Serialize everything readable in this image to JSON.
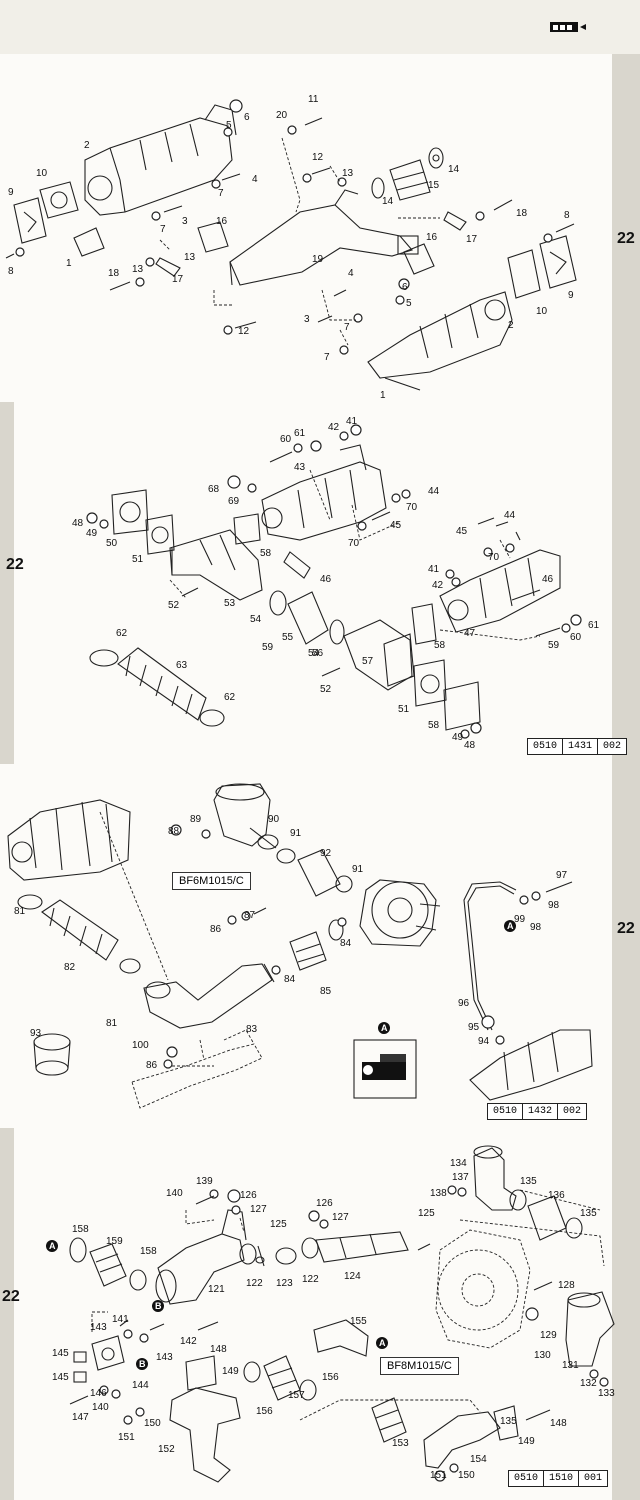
{
  "header": {
    "icon": "engine-icon"
  },
  "sections": [
    {
      "tab": "22",
      "code": [
        "0510",
        "1431",
        "002"
      ]
    },
    {
      "tab": "22",
      "code": [
        "0510",
        "1432",
        "002"
      ],
      "model": "BF6M1015/C"
    },
    {
      "tab": "22",
      "code": [
        "0510",
        "1510",
        "001"
      ],
      "model": "BF8M1015/C"
    }
  ],
  "tabs": [
    "22",
    "22",
    "22",
    "22"
  ],
  "callouts": {
    "a1": "A",
    "a2": "A",
    "a3": "A",
    "a4": "A"
  },
  "labels_s1": [
    "1",
    "2",
    "3",
    "4",
    "5",
    "6",
    "7",
    "7",
    "8",
    "9",
    "10",
    "11",
    "12",
    "12",
    "13",
    "13",
    "13",
    "14",
    "14",
    "15",
    "16",
    "16",
    "17",
    "17",
    "18",
    "18",
    "19",
    "20",
    "1",
    "2",
    "3",
    "4",
    "5",
    "6",
    "7",
    "7",
    "8",
    "9",
    "10"
  ],
  "labels_s2": [
    "41",
    "42",
    "43",
    "44",
    "45",
    "46",
    "47",
    "48",
    "49",
    "50",
    "51",
    "52",
    "53",
    "54",
    "55",
    "56",
    "57",
    "58",
    "59",
    "60",
    "61",
    "62",
    "63",
    "62",
    "68",
    "69",
    "70",
    "70",
    "45",
    "44",
    "41",
    "42",
    "46",
    "58",
    "59",
    "60",
    "61",
    "54",
    "52",
    "51",
    "49",
    "48",
    "70",
    "58",
    "59",
    "60",
    "61"
  ],
  "labels_s3": [
    "81",
    "82",
    "81",
    "83",
    "84",
    "84",
    "85",
    "86",
    "87",
    "88",
    "89",
    "90",
    "91",
    "91",
    "92",
    "93",
    "94",
    "95",
    "96",
    "97",
    "98",
    "98",
    "99",
    "100",
    "86"
  ],
  "labels_s4": [
    "121",
    "122",
    "122",
    "123",
    "124",
    "125",
    "125",
    "126",
    "126",
    "127",
    "127",
    "128",
    "129",
    "130",
    "131",
    "132",
    "133",
    "134",
    "135",
    "135",
    "135",
    "136",
    "137",
    "138",
    "139",
    "140",
    "140",
    "141",
    "142",
    "143",
    "143",
    "144",
    "145",
    "145",
    "146",
    "147",
    "148",
    "148",
    "149",
    "149",
    "150",
    "150",
    "151",
    "151",
    "152",
    "153",
    "154",
    "155",
    "156",
    "156",
    "157",
    "158",
    "158",
    "159"
  ]
}
